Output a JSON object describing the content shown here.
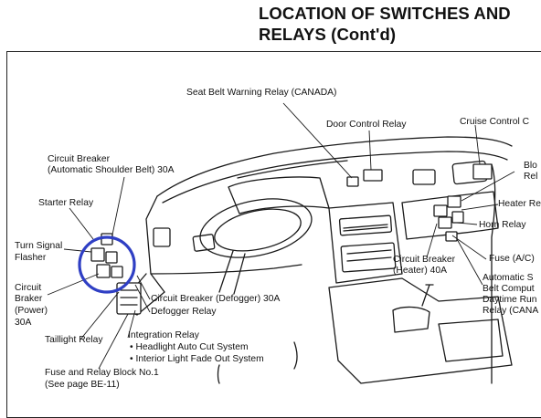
{
  "title": {
    "line1": "LOCATION OF SWITCHES AND",
    "line2": "RELAYS (Cont'd)"
  },
  "highlight_color": "#2f3fc4",
  "labels": {
    "seat_belt_warning_relay": "Seat Belt Warning Relay (CANADA)",
    "door_control_relay": "Door Control Relay",
    "cruise_control": "Cruise Control C",
    "circuit_breaker_shoulder_1": "Circuit Breaker",
    "circuit_breaker_shoulder_2": "(Automatic Shoulder Belt) 30A",
    "blower_relay_1": "Blo",
    "blower_relay_2": "Rel",
    "starter_relay": "Starter Relay",
    "heater_relay": "Heater Re",
    "horn_relay": "Horn Relay",
    "turn_signal_1": "Turn Signal",
    "turn_signal_2": "Flasher",
    "circuit_braker_1": "Circuit",
    "circuit_braker_2": "Braker",
    "circuit_braker_3": "(Power)",
    "circuit_braker_4": "30A",
    "circuit_breaker_heater_1": "Circuit Breaker",
    "circuit_breaker_heater_2": "(Heater) 40A",
    "fuse_ac": "Fuse (A/C)",
    "automatic_1": "Automatic S",
    "automatic_2": "Belt Comput",
    "automatic_3": "Daytime Run",
    "automatic_4": "Relay (CANA",
    "circuit_breaker_defogger": "Circuit Breaker (Defogger) 30A",
    "defogger_relay": "Defogger Relay",
    "taillight_relay": "Taillight Relay",
    "integration_relay": "Integration Relay",
    "headlight_auto_cut": "• Headlight Auto Cut System",
    "interior_light_fade": "• Interior Light Fade Out System",
    "fuse_relay_block_1": "Fuse and Relay Block No.1",
    "fuse_relay_block_2": "(See page BE-11)"
  }
}
